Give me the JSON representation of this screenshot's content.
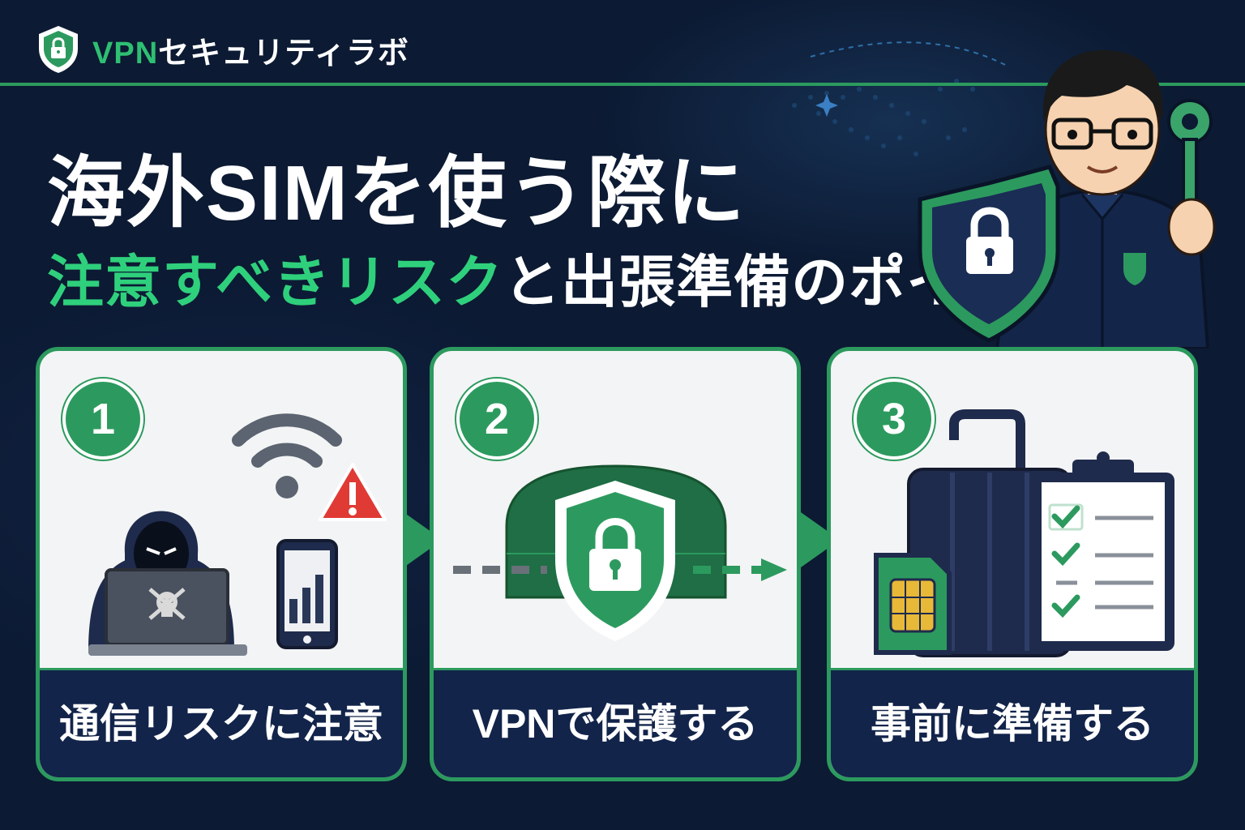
{
  "brand": {
    "prefix": "VPN",
    "suffix": "セキュリティラボ",
    "logo_icon": "shield-lock-icon"
  },
  "title": {
    "line1": "海外SIMを使う際に",
    "line2_highlight": "注意すべきリスク",
    "line2_rest": "と出張準備のポイント"
  },
  "colors": {
    "background": "#0c1a33",
    "accent_green": "#2c9a5e",
    "highlight_green": "#2fd07c",
    "card_bg": "#f3f4f5",
    "label_bar": "#12244a",
    "warning_red": "#e03a35"
  },
  "cards": [
    {
      "number": "1",
      "label": "通信リスクに注意",
      "icons": [
        "hacker-icon",
        "laptop-skull-icon",
        "wifi-icon",
        "warning-icon",
        "smartphone-icon"
      ]
    },
    {
      "number": "2",
      "label": "VPNで保護する",
      "icons": [
        "tunnel-icon",
        "shield-lock-icon",
        "arrow-right-icon"
      ]
    },
    {
      "number": "3",
      "label": "事前に準備する",
      "icons": [
        "suitcase-icon",
        "sim-card-icon",
        "checklist-clipboard-icon"
      ]
    }
  ]
}
